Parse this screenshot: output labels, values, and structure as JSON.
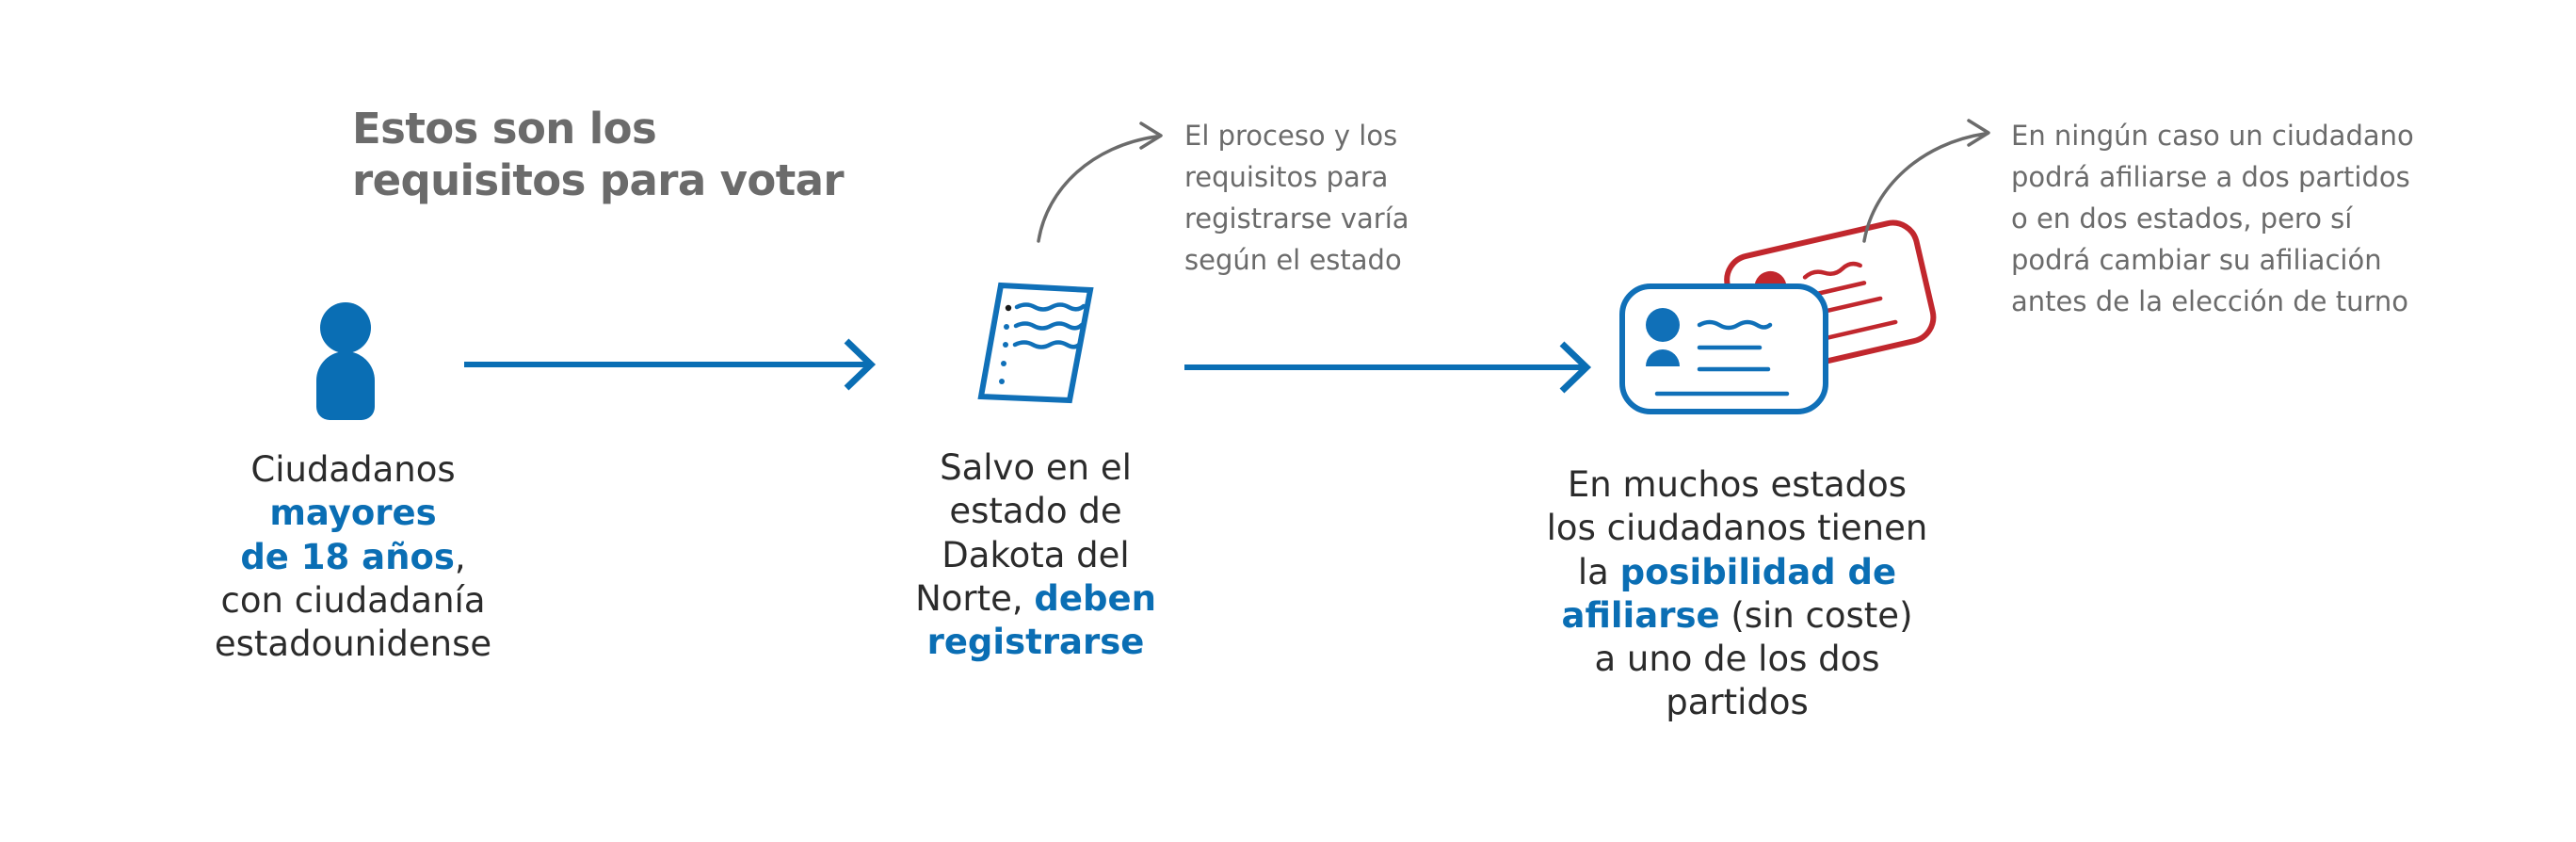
{
  "colors": {
    "blue": "#0a6eb4",
    "blue_text": "#0a6eb4",
    "red": "#c1272d",
    "gray_title": "#6b6b6b",
    "gray_annotation": "#6b6b6b",
    "body_text": "#2b2b2b",
    "background": "#ffffff"
  },
  "title": {
    "line1": "Estos son los",
    "line2": "requisitos para votar"
  },
  "steps": [
    {
      "id": "step1",
      "icon": "person-icon",
      "caption_lines": [
        [
          {
            "t": "Ciudadanos",
            "b": false
          }
        ],
        [
          {
            "t": "mayores",
            "b": true
          }
        ],
        [
          {
            "t": "de 18 años",
            "b": true
          },
          {
            "t": ",",
            "b": false
          }
        ],
        [
          {
            "t": "con ciudadanía",
            "b": false
          }
        ],
        [
          {
            "t": "estadounidense",
            "b": false
          }
        ]
      ]
    },
    {
      "id": "step2",
      "icon": "form-document-icon",
      "caption_lines": [
        [
          {
            "t": "Salvo en el",
            "b": false
          }
        ],
        [
          {
            "t": "estado de",
            "b": false
          }
        ],
        [
          {
            "t": "Dakota del",
            "b": false
          }
        ],
        [
          {
            "t": "Norte, ",
            "b": false
          },
          {
            "t": "deben",
            "b": true
          }
        ],
        [
          {
            "t": "registrarse",
            "b": true
          }
        ]
      ]
    },
    {
      "id": "step3",
      "icon": "party-id-cards-icon",
      "caption_lines": [
        [
          {
            "t": "En muchos estados",
            "b": false
          }
        ],
        [
          {
            "t": "los ciudadanos tienen",
            "b": false
          }
        ],
        [
          {
            "t": "la ",
            "b": false
          },
          {
            "t": "posibilidad de",
            "b": true
          }
        ],
        [
          {
            "t": "afiliarse",
            "b": true
          },
          {
            "t": " (sin coste)",
            "b": false
          }
        ],
        [
          {
            "t": "a uno de los dos",
            "b": false
          }
        ],
        [
          {
            "t": "partidos",
            "b": false
          }
        ]
      ]
    }
  ],
  "annotations": [
    {
      "id": "ann1",
      "lines": [
        "El proceso y los",
        "requisitos para",
        "registrarse varía",
        "según el estado"
      ]
    },
    {
      "id": "ann2",
      "lines": [
        "En ningún caso un ciudadano",
        "podrá afiliarse a dos partidos",
        "o en dos estados, pero sí",
        "podrá cambiar su afiliación",
        "antes de la elección de turno"
      ]
    }
  ],
  "connectors": {
    "arrow1_label": "flow-arrow-step1-to-step2",
    "arrow2_label": "flow-arrow-step2-to-step3",
    "callout1_label": "callout-curve-to-annotation-1",
    "callout2_label": "callout-curve-to-annotation-2"
  }
}
